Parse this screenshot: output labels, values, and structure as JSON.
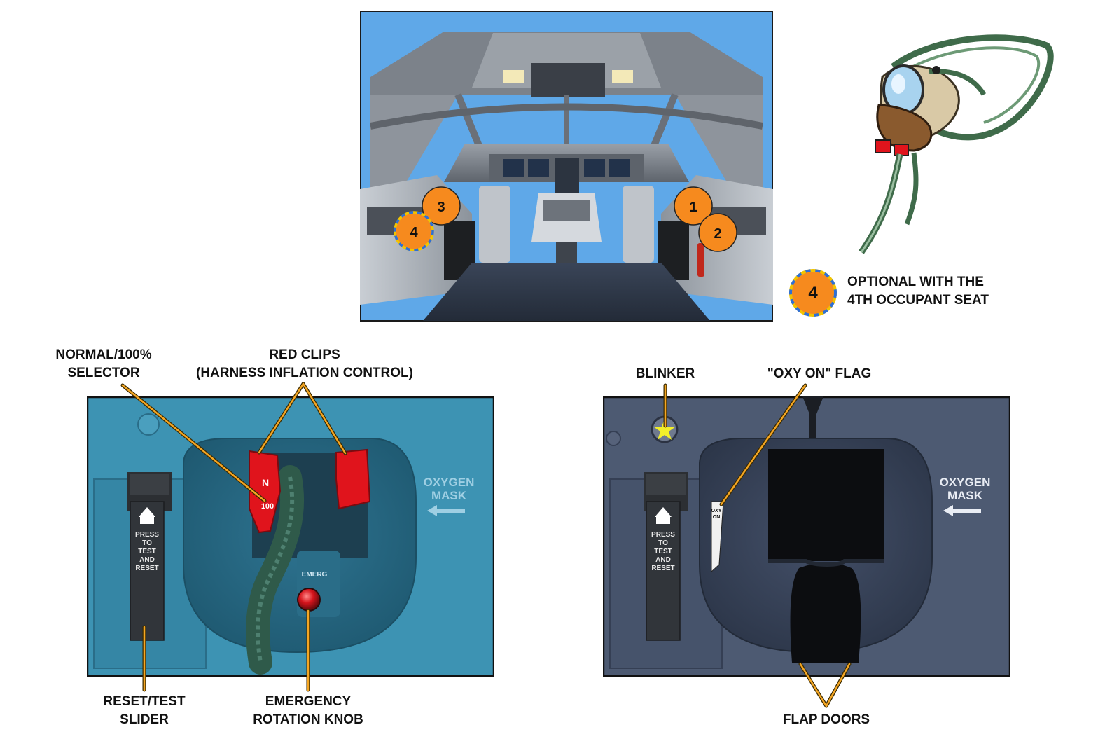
{
  "legend": {
    "badge": "4",
    "text_line1": "OPTIONAL WITH THE",
    "text_line2": "4TH OCCUPANT SEAT"
  },
  "cockpit": {
    "badges": [
      "1",
      "2",
      "3",
      "4"
    ]
  },
  "left_panel": {
    "label_selector_line1": "NORMAL/100%",
    "label_selector_line2": "SELECTOR",
    "label_clips_line1": "RED CLIPS",
    "label_clips_line2": "(HARNESS INFLATION CONTROL)",
    "label_slider_line1": "RESET/TEST",
    "label_slider_line2": "SLIDER",
    "label_knob_line1": "EMERGENCY",
    "label_knob_line2": "ROTATION KNOB",
    "slider_text": [
      "PRESS",
      "TO",
      "TEST",
      "AND",
      "RESET"
    ],
    "stow_text_line1": "OXYGEN",
    "stow_text_line2": "MASK",
    "selector_mark_n": "N",
    "selector_mark_100": "100",
    "knob_mark": "EMERG"
  },
  "right_panel": {
    "label_blinker": "BLINKER",
    "label_flag": "\"OXY ON\" FLAG",
    "label_doors": "FLAP DOORS",
    "slider_text": [
      "PRESS",
      "TO",
      "TEST",
      "AND",
      "RESET"
    ],
    "stow_text_line1": "OXYGEN",
    "stow_text_line2": "MASK",
    "flag_text_line1": "OXY",
    "flag_text_line2": "ON"
  },
  "colors": {
    "badge_orange": "#f68a1e",
    "badge_dash_blue": "#2e6fd6",
    "badge_dash_yellow": "#f2c400",
    "leader_orange": "#f5a623",
    "left_panel_teal": "#3d93b3",
    "right_panel_slate": "#4d5a72",
    "clip_red": "#e0141c",
    "sky_blue": "#5fa8e8"
  }
}
